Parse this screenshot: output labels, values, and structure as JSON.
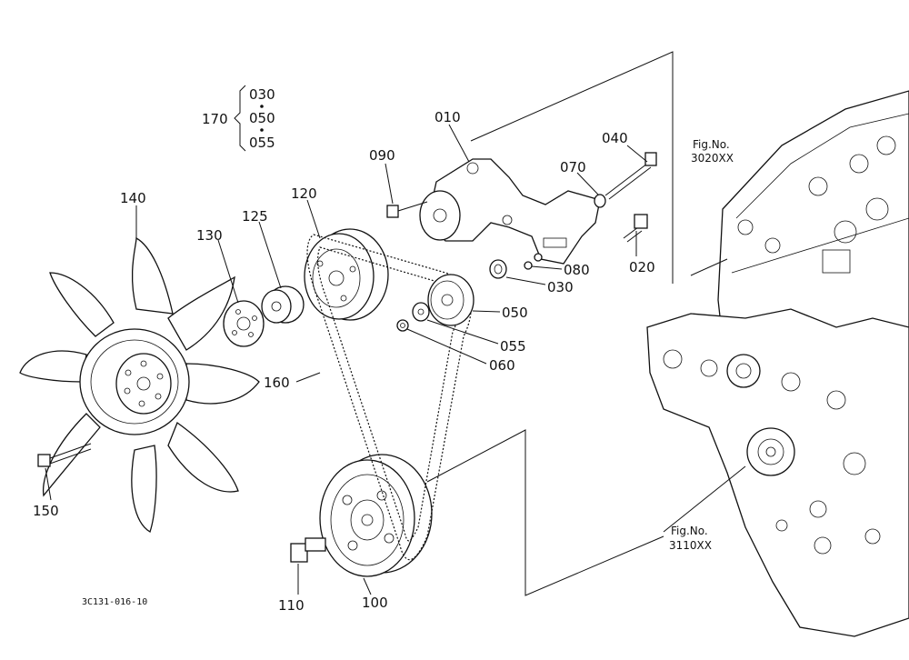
{
  "callouts": {
    "p010": "010",
    "p020": "020",
    "p030": "030",
    "p040": "040",
    "p050": "050",
    "p055": "055",
    "p060": "060",
    "p070": "070",
    "p080": "080",
    "p090": "090",
    "p100": "100",
    "p110": "110",
    "p120": "120",
    "p125": "125",
    "p130": "130",
    "p140": "140",
    "p150": "150",
    "p160": "160"
  },
  "kit": {
    "label": "170",
    "items": [
      "030",
      "050",
      "055"
    ]
  },
  "fig_refs": [
    {
      "label": "Fig.No.",
      "number": "3020XX"
    },
    {
      "label": "Fig.No.",
      "number": "3110XX"
    }
  ],
  "document_number": "3C131-016-10"
}
